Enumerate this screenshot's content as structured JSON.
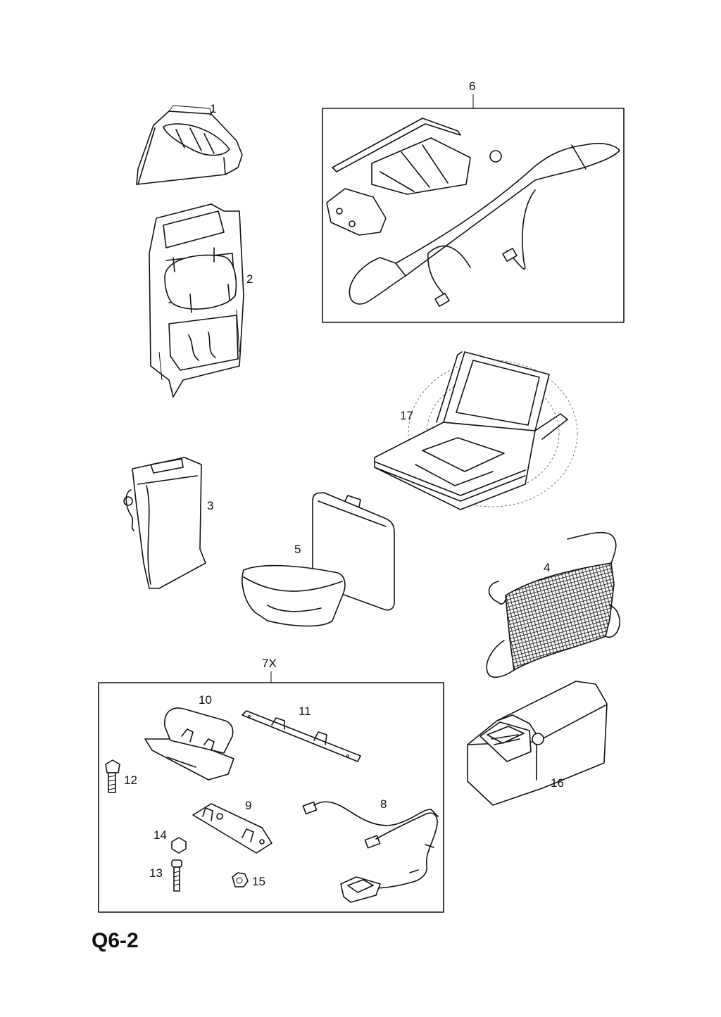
{
  "page_code": "Q6-2",
  "callouts": {
    "p1": "1",
    "p2": "2",
    "p3": "3",
    "p4": "4",
    "p5": "5",
    "p6": "6",
    "p7x": "7X",
    "p8": "8",
    "p9": "9",
    "p10": "10",
    "p11": "11",
    "p12": "12",
    "p13": "13",
    "p14": "14",
    "p15": "15",
    "p16": "16",
    "p17": "17"
  }
}
